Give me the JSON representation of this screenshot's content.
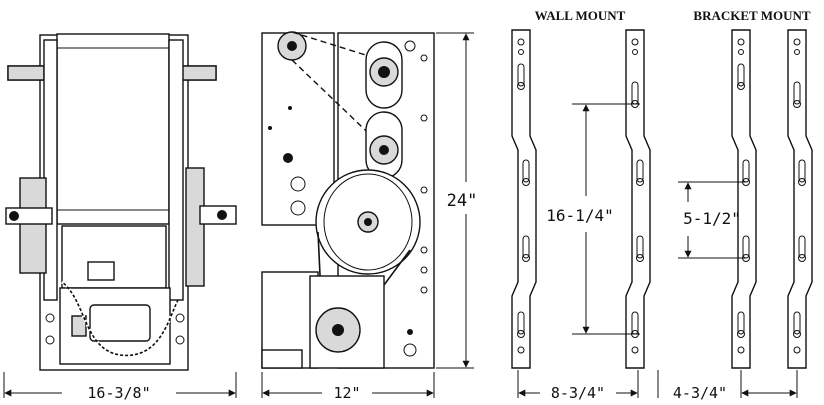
{
  "labels": {
    "wall_mount": "WALL MOUNT",
    "bracket_mount": "BRACKET MOUNT"
  },
  "dimensions": {
    "front_width": "16-3/8\"",
    "side_depth": "12\"",
    "height": "24\"",
    "wall_spacing": "16-1/4\"",
    "wall_width": "8-3/4\"",
    "bracket_spacing": "5-1/2\"",
    "bracket_width": "4-3/4\""
  },
  "colors": {
    "ink": "#111111",
    "paper": "#ffffff",
    "shade": "#d9d9d9"
  }
}
